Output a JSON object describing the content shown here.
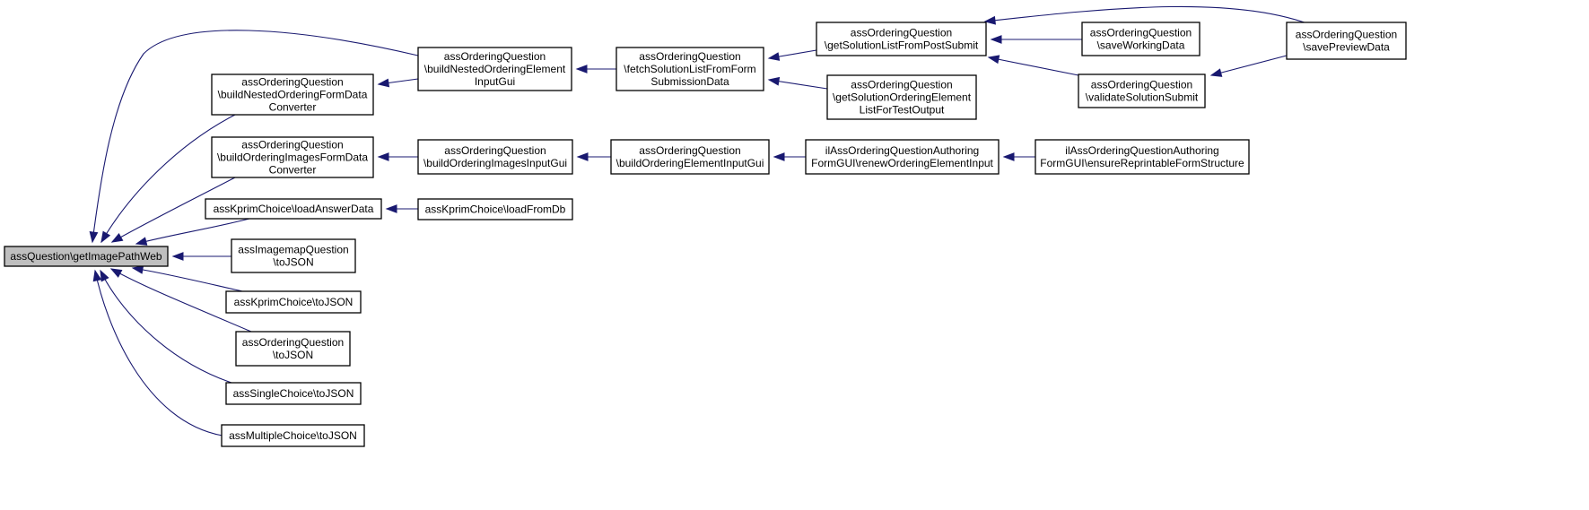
{
  "colors": {
    "edge": "#191970",
    "root_fill": "#bfbfbf",
    "node_fill": "#ffffff",
    "node_border": "#000000"
  },
  "nodes": [
    {
      "id": "root",
      "lines": [
        "assQuestion\\getImagePathWeb"
      ],
      "highlighted": true
    },
    {
      "id": "buildNestedOrderingFormDataConverter",
      "lines": [
        "assOrderingQuestion",
        "\\buildNestedOrderingFormData",
        "Converter"
      ]
    },
    {
      "id": "buildOrderingImagesFormDataConverter",
      "lines": [
        "assOrderingQuestion",
        "\\buildOrderingImagesFormData",
        "Converter"
      ]
    },
    {
      "id": "kprimLoadAnswerData",
      "lines": [
        "assKprimChoice\\loadAnswerData"
      ]
    },
    {
      "id": "imagemapToJSON",
      "lines": [
        "assImagemapQuestion",
        "\\toJSON"
      ]
    },
    {
      "id": "kprimToJSON",
      "lines": [
        "assKprimChoice\\toJSON"
      ]
    },
    {
      "id": "orderingToJSON",
      "lines": [
        "assOrderingQuestion",
        "\\toJSON"
      ]
    },
    {
      "id": "singleToJSON",
      "lines": [
        "assSingleChoice\\toJSON"
      ]
    },
    {
      "id": "multipleToJSON",
      "lines": [
        "assMultipleChoice\\toJSON"
      ]
    },
    {
      "id": "buildNestedOrderingElementInputGui",
      "lines": [
        "assOrderingQuestion",
        "\\buildNestedOrderingElement",
        "InputGui"
      ]
    },
    {
      "id": "buildOrderingImagesInputGui",
      "lines": [
        "assOrderingQuestion",
        "\\buildOrderingImagesInputGui"
      ]
    },
    {
      "id": "kprimLoadFromDb",
      "lines": [
        "assKprimChoice\\loadFromDb"
      ]
    },
    {
      "id": "fetchSolutionListFromFormSubmissionData",
      "lines": [
        "assOrderingQuestion",
        "\\fetchSolutionListFromForm",
        "SubmissionData"
      ]
    },
    {
      "id": "buildOrderingElementInputGui",
      "lines": [
        "assOrderingQuestion",
        "\\buildOrderingElementInputGui"
      ]
    },
    {
      "id": "getSolutionListFromPostSubmit",
      "lines": [
        "assOrderingQuestion",
        "\\getSolutionListFromPostSubmit"
      ]
    },
    {
      "id": "getSolutionOrderingElementListForTestOutput",
      "lines": [
        "assOrderingQuestion",
        "\\getSolutionOrderingElement",
        "ListForTestOutput"
      ]
    },
    {
      "id": "renewOrderingElementInput",
      "lines": [
        "ilAssOrderingQuestionAuthoring",
        "FormGUI\\renewOrderingElementInput"
      ]
    },
    {
      "id": "saveWorkingData",
      "lines": [
        "assOrderingQuestion",
        "\\saveWorkingData"
      ]
    },
    {
      "id": "validateSolutionSubmit",
      "lines": [
        "assOrderingQuestion",
        "\\validateSolutionSubmit"
      ]
    },
    {
      "id": "ensureReprintableFormStructure",
      "lines": [
        "ilAssOrderingQuestionAuthoring",
        "FormGUI\\ensureReprintableFormStructure"
      ]
    },
    {
      "id": "savePreviewData",
      "lines": [
        "assOrderingQuestion",
        "\\savePreviewData"
      ]
    }
  ],
  "edges": [
    {
      "from": "buildNestedOrderingElementInputGui",
      "to": "root"
    },
    {
      "from": "buildNestedOrderingFormDataConverter",
      "to": "root"
    },
    {
      "from": "buildOrderingImagesFormDataConverter",
      "to": "root"
    },
    {
      "from": "kprimLoadAnswerData",
      "to": "root"
    },
    {
      "from": "imagemapToJSON",
      "to": "root"
    },
    {
      "from": "kprimToJSON",
      "to": "root"
    },
    {
      "from": "orderingToJSON",
      "to": "root"
    },
    {
      "from": "singleToJSON",
      "to": "root"
    },
    {
      "from": "multipleToJSON",
      "to": "root"
    },
    {
      "from": "buildNestedOrderingElementInputGui",
      "to": "buildNestedOrderingFormDataConverter"
    },
    {
      "from": "buildOrderingImagesInputGui",
      "to": "buildOrderingImagesFormDataConverter"
    },
    {
      "from": "kprimLoadFromDb",
      "to": "kprimLoadAnswerData"
    },
    {
      "from": "fetchSolutionListFromFormSubmissionData",
      "to": "buildNestedOrderingElementInputGui"
    },
    {
      "from": "buildOrderingElementInputGui",
      "to": "buildOrderingImagesInputGui"
    },
    {
      "from": "getSolutionListFromPostSubmit",
      "to": "fetchSolutionListFromFormSubmissionData"
    },
    {
      "from": "getSolutionOrderingElementListForTestOutput",
      "to": "fetchSolutionListFromFormSubmissionData"
    },
    {
      "from": "renewOrderingElementInput",
      "to": "buildOrderingElementInputGui"
    },
    {
      "from": "saveWorkingData",
      "to": "getSolutionListFromPostSubmit"
    },
    {
      "from": "validateSolutionSubmit",
      "to": "getSolutionListFromPostSubmit"
    },
    {
      "from": "savePreviewData",
      "to": "getSolutionListFromPostSubmit"
    },
    {
      "from": "ensureReprintableFormStructure",
      "to": "renewOrderingElementInput"
    },
    {
      "from": "savePreviewData",
      "to": "validateSolutionSubmit"
    }
  ]
}
